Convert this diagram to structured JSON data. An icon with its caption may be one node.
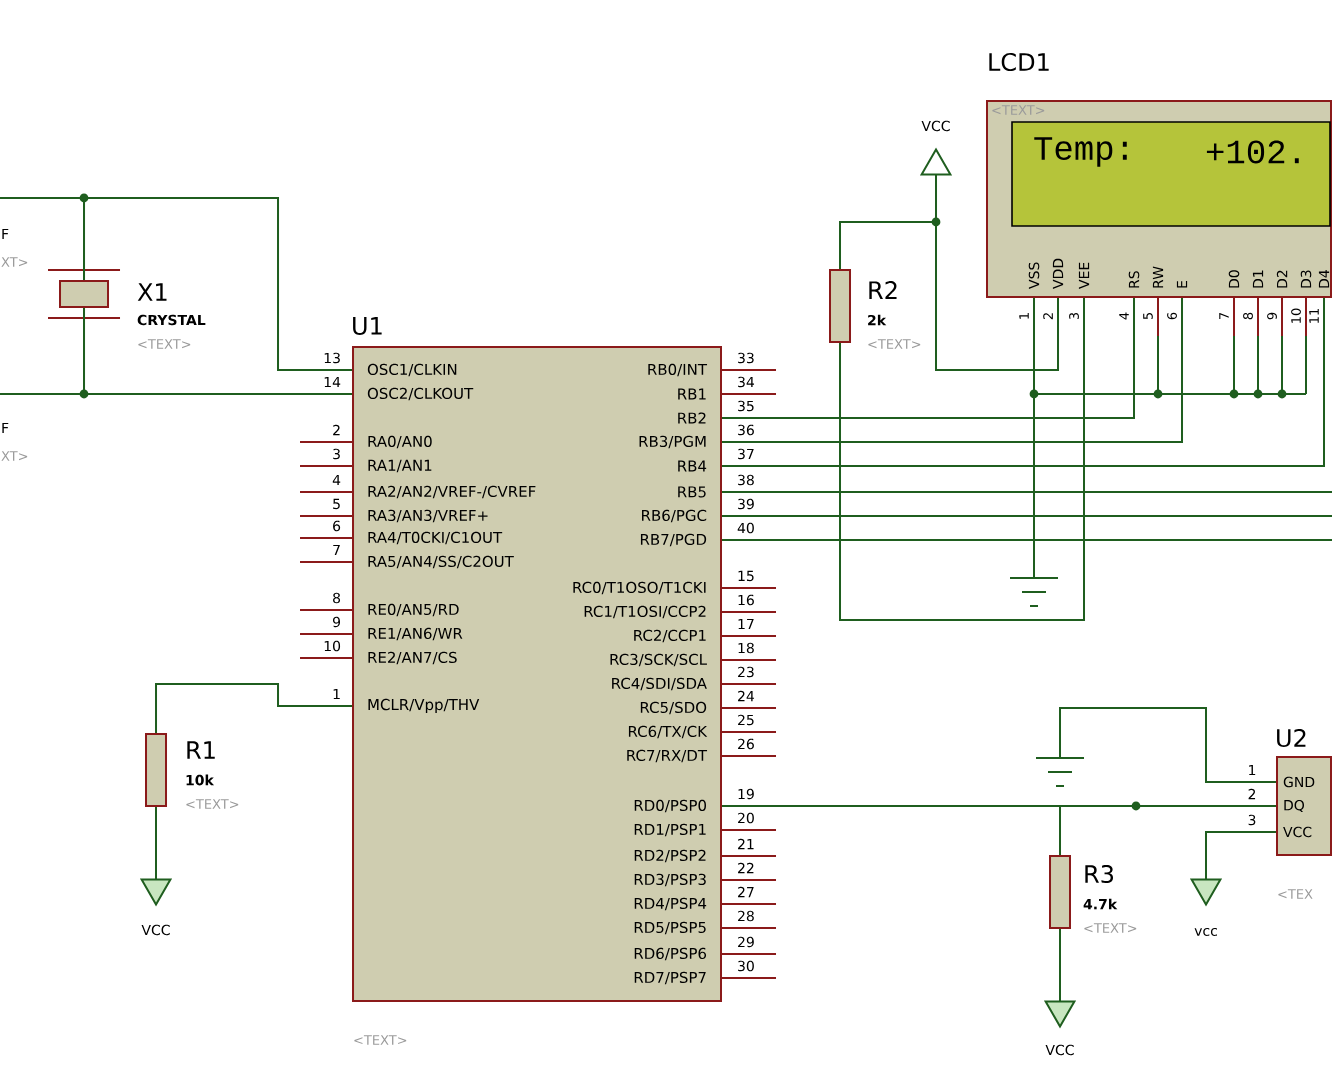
{
  "diagram": {
    "nodes": [
      {
        "text": [
          "X1",
          "CRYSTAL",
          "<TEXT>"
        ]
      },
      {
        "text": [
          "U1",
          "OSC1/CLKIN",
          "OSC2/CLKOUT",
          "RA0/AN0",
          "RA1/AN1",
          "RA2/AN2/VREF-/CVREF",
          "RA3/AN3/VREF+",
          "RA4/T0CKI/C1OUT",
          "RA5/AN4/SS/C2OUT",
          "RE0/AN5/RD",
          "RE1/AN6/WR",
          "RE2/AN7/CS",
          "MCLR/Vpp/THV",
          "RB0/INT",
          "RB1",
          "RB2",
          "RB3/PGM",
          "RB4",
          "RB5",
          "RB6/PGC",
          "RB7/PGD",
          "RC0/T1OSO/T1CKI",
          "RC1/T1OSI/CCP2",
          "RC2/CCP1",
          "RC3/SCK/SCL",
          "RC4/SDI/SDA",
          "RC5/SDO",
          "RC6/TX/CK",
          "RC7/RX/DT",
          "RD0/PSP0",
          "RD1/PSP1",
          "RD2/PSP2",
          "RD3/PSP3",
          "RD4/PSP4",
          "RD5/PSP5",
          "RD6/PSP6",
          "RD7/PSP7",
          "<TEXT>"
        ]
      },
      {
        "text": [
          "R1",
          "10k",
          "<TEXT>"
        ]
      },
      {
        "text": [
          "R2",
          "2k",
          "<TEXT>"
        ]
      },
      {
        "text": [
          "R3",
          "4.7k",
          "<TEXT>"
        ]
      },
      {
        "text": [
          "LCD1",
          "<TEXT>",
          "Temp:",
          "+102.",
          "VSS",
          "VDD",
          "VEE",
          "RS",
          "RW",
          "E",
          "D0",
          "D1",
          "D2",
          "D3",
          "D4"
        ]
      },
      {
        "text": [
          "U2",
          "GND",
          "DQ",
          "VCC",
          "<TEX"
        ]
      },
      {
        "text": [
          "VCC"
        ]
      },
      {
        "text": [
          "VCC"
        ]
      },
      {
        "text": [
          "VCC"
        ]
      },
      {
        "text": [
          "vcc"
        ]
      },
      {
        "text": [],
        "shape": "ground"
      },
      {
        "text": [],
        "shape": "ground"
      }
    ],
    "edges": [
      {
        "from": 0,
        "to": 1,
        "arrow": "none"
      },
      {
        "from": 0,
        "to": 1,
        "arrow": "none"
      },
      {
        "from": 0,
        "to": null,
        "arrow": "none"
      },
      {
        "from": 0,
        "to": null,
        "arrow": "none"
      },
      {
        "from": 2,
        "to": 1,
        "arrow": "none"
      },
      {
        "from": 2,
        "to": 8,
        "arrow": "none"
      },
      {
        "from": 3,
        "to": 7,
        "arrow": "none"
      },
      {
        "from": 7,
        "to": 5,
        "arrow": "none"
      },
      {
        "from": 3,
        "to": 5,
        "arrow": "none"
      },
      {
        "from": 5,
        "to": 11,
        "arrow": "none"
      },
      {
        "from": 1,
        "to": 5,
        "arrow": "none"
      },
      {
        "from": 1,
        "to": 5,
        "arrow": "none"
      },
      {
        "from": 1,
        "to": 5,
        "arrow": "none"
      },
      {
        "from": 1,
        "to": null,
        "arrow": "none"
      },
      {
        "from": 1,
        "to": null,
        "arrow": "none"
      },
      {
        "from": 1,
        "to": null,
        "arrow": "none"
      },
      {
        "from": 1,
        "to": 6,
        "arrow": "none"
      },
      {
        "from": 4,
        "to": 6,
        "arrow": "none"
      },
      {
        "from": 4,
        "to": 9,
        "arrow": "none"
      },
      {
        "from": 12,
        "to": 6,
        "arrow": "none"
      },
      {
        "from": 6,
        "to": 10,
        "arrow": "none"
      }
    ],
    "labels": [
      "F",
      "XT>",
      "F",
      "XT>",
      "13",
      "14",
      "2",
      "3",
      "4",
      "5",
      "6",
      "7",
      "8",
      "9",
      "10",
      "1",
      "33",
      "34",
      "35",
      "36",
      "37",
      "38",
      "39",
      "40",
      "15",
      "16",
      "17",
      "18",
      "23",
      "24",
      "25",
      "26",
      "19",
      "20",
      "21",
      "22",
      "27",
      "28",
      "29",
      "30",
      "1",
      "2",
      "3",
      "4",
      "5",
      "6",
      "7",
      "8",
      "9",
      "10",
      "11",
      "1",
      "2",
      "3"
    ]
  }
}
